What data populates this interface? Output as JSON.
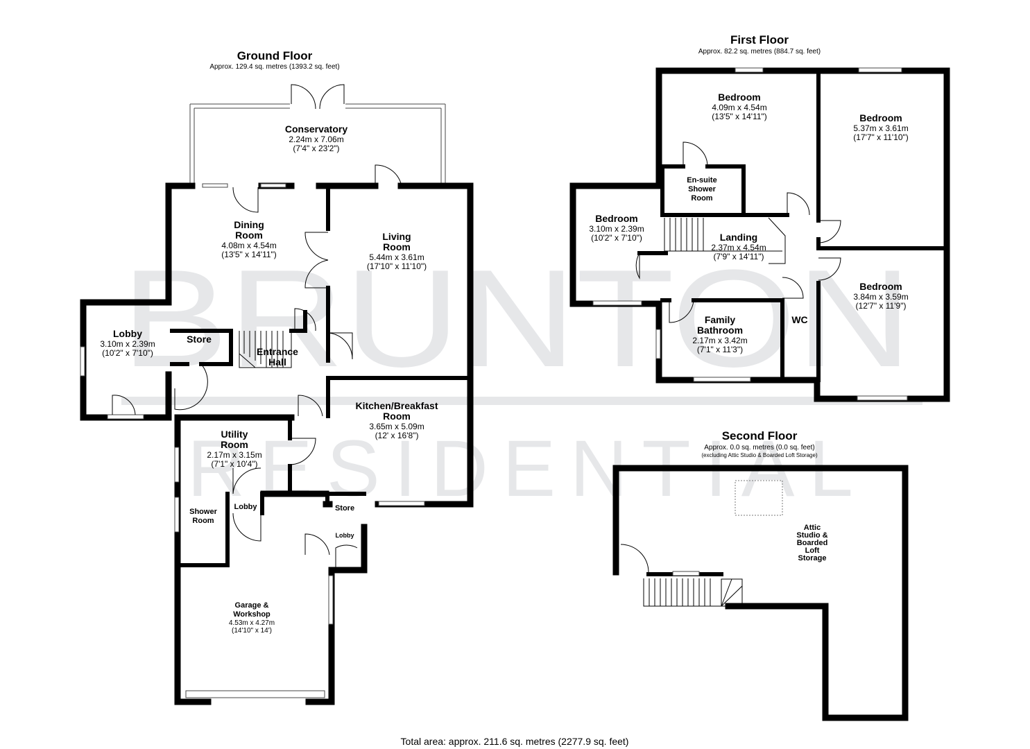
{
  "watermark": {
    "line1": "BRUNTON",
    "line2": "RESIDENTIAL"
  },
  "ground_floor": {
    "title": "Ground Floor",
    "area": "Approx. 129.4 sq. metres (1393.2 sq. feet)",
    "rooms": [
      {
        "name": "Conservatory",
        "metric": "2.24m x 7.06m",
        "imperial": "(7'4\" x 23'2\")"
      },
      {
        "name_1": "Dining",
        "name_2": "Room",
        "metric": "4.08m x 4.54m",
        "imperial": "(13'5\" x 14'11\")"
      },
      {
        "name_1": "Living",
        "name_2": "Room",
        "metric": "5.44m x 3.61m",
        "imperial": "(17'10\" x 11'10\")"
      },
      {
        "name": "Lobby",
        "metric": "3.10m x 2.39m",
        "imperial": "(10'2\" x 7'10\")"
      },
      {
        "name": "Store"
      },
      {
        "name_1": "Entrance",
        "name_2": "Hall"
      },
      {
        "name_1": "Kitchen/Breakfast",
        "name_2": "Room",
        "metric": "3.65m x 5.09m",
        "imperial": "(12' x 16'8\")"
      },
      {
        "name_1": "Utility",
        "name_2": "Room",
        "metric": "2.17m x 3.15m",
        "imperial": "(7'1\" x 10'4\")"
      },
      {
        "name_1": "Shower",
        "name_2": "Room"
      },
      {
        "name": "Lobby"
      },
      {
        "name": "Store"
      },
      {
        "name": "Lobby"
      },
      {
        "name_1": "Garage &",
        "name_2": "Workshop",
        "metric": "4.53m x 4.27m",
        "imperial": "(14'10\" x 14')"
      }
    ]
  },
  "first_floor": {
    "title": "First Floor",
    "area": "Approx. 82.2 sq. metres (884.7 sq. feet)",
    "rooms": [
      {
        "name": "Bedroom",
        "metric": "4.09m x 4.54m",
        "imperial": "(13'5\" x 14'11\")"
      },
      {
        "name": "Bedroom",
        "metric": "5.37m x 3.61m",
        "imperial": "(17'7\" x 11'10\")"
      },
      {
        "name_1": "En-suite",
        "name_2": "Shower",
        "name_3": "Room"
      },
      {
        "name": "Bedroom",
        "metric": "3.10m x 2.39m",
        "imperial": "(10'2\" x 7'10\")"
      },
      {
        "name": "Landing",
        "metric": "2.37m x 4.54m",
        "imperial": "(7'9\" x 14'11\")"
      },
      {
        "name": "Bedroom",
        "metric": "3.84m x 3.59m",
        "imperial": "(12'7\" x 11'9\")"
      },
      {
        "name_1": "Family",
        "name_2": "Bathroom",
        "metric": "2.17m x 3.42m",
        "imperial": "(7'1\" x 11'3\")"
      },
      {
        "name": "WC"
      }
    ]
  },
  "second_floor": {
    "title": "Second Floor",
    "area": "Approx. 0.0 sq. metres (0.0 sq. feet)",
    "note": "(excluding Attic Studio & Boarded Loft Storage)",
    "rooms": [
      {
        "lines": [
          "Attic",
          "Studio &",
          "Boarded",
          "Loft",
          "Storage"
        ]
      }
    ]
  },
  "total_area": "Total area: approx. 211.6 sq. metres (2277.9 sq. feet)"
}
